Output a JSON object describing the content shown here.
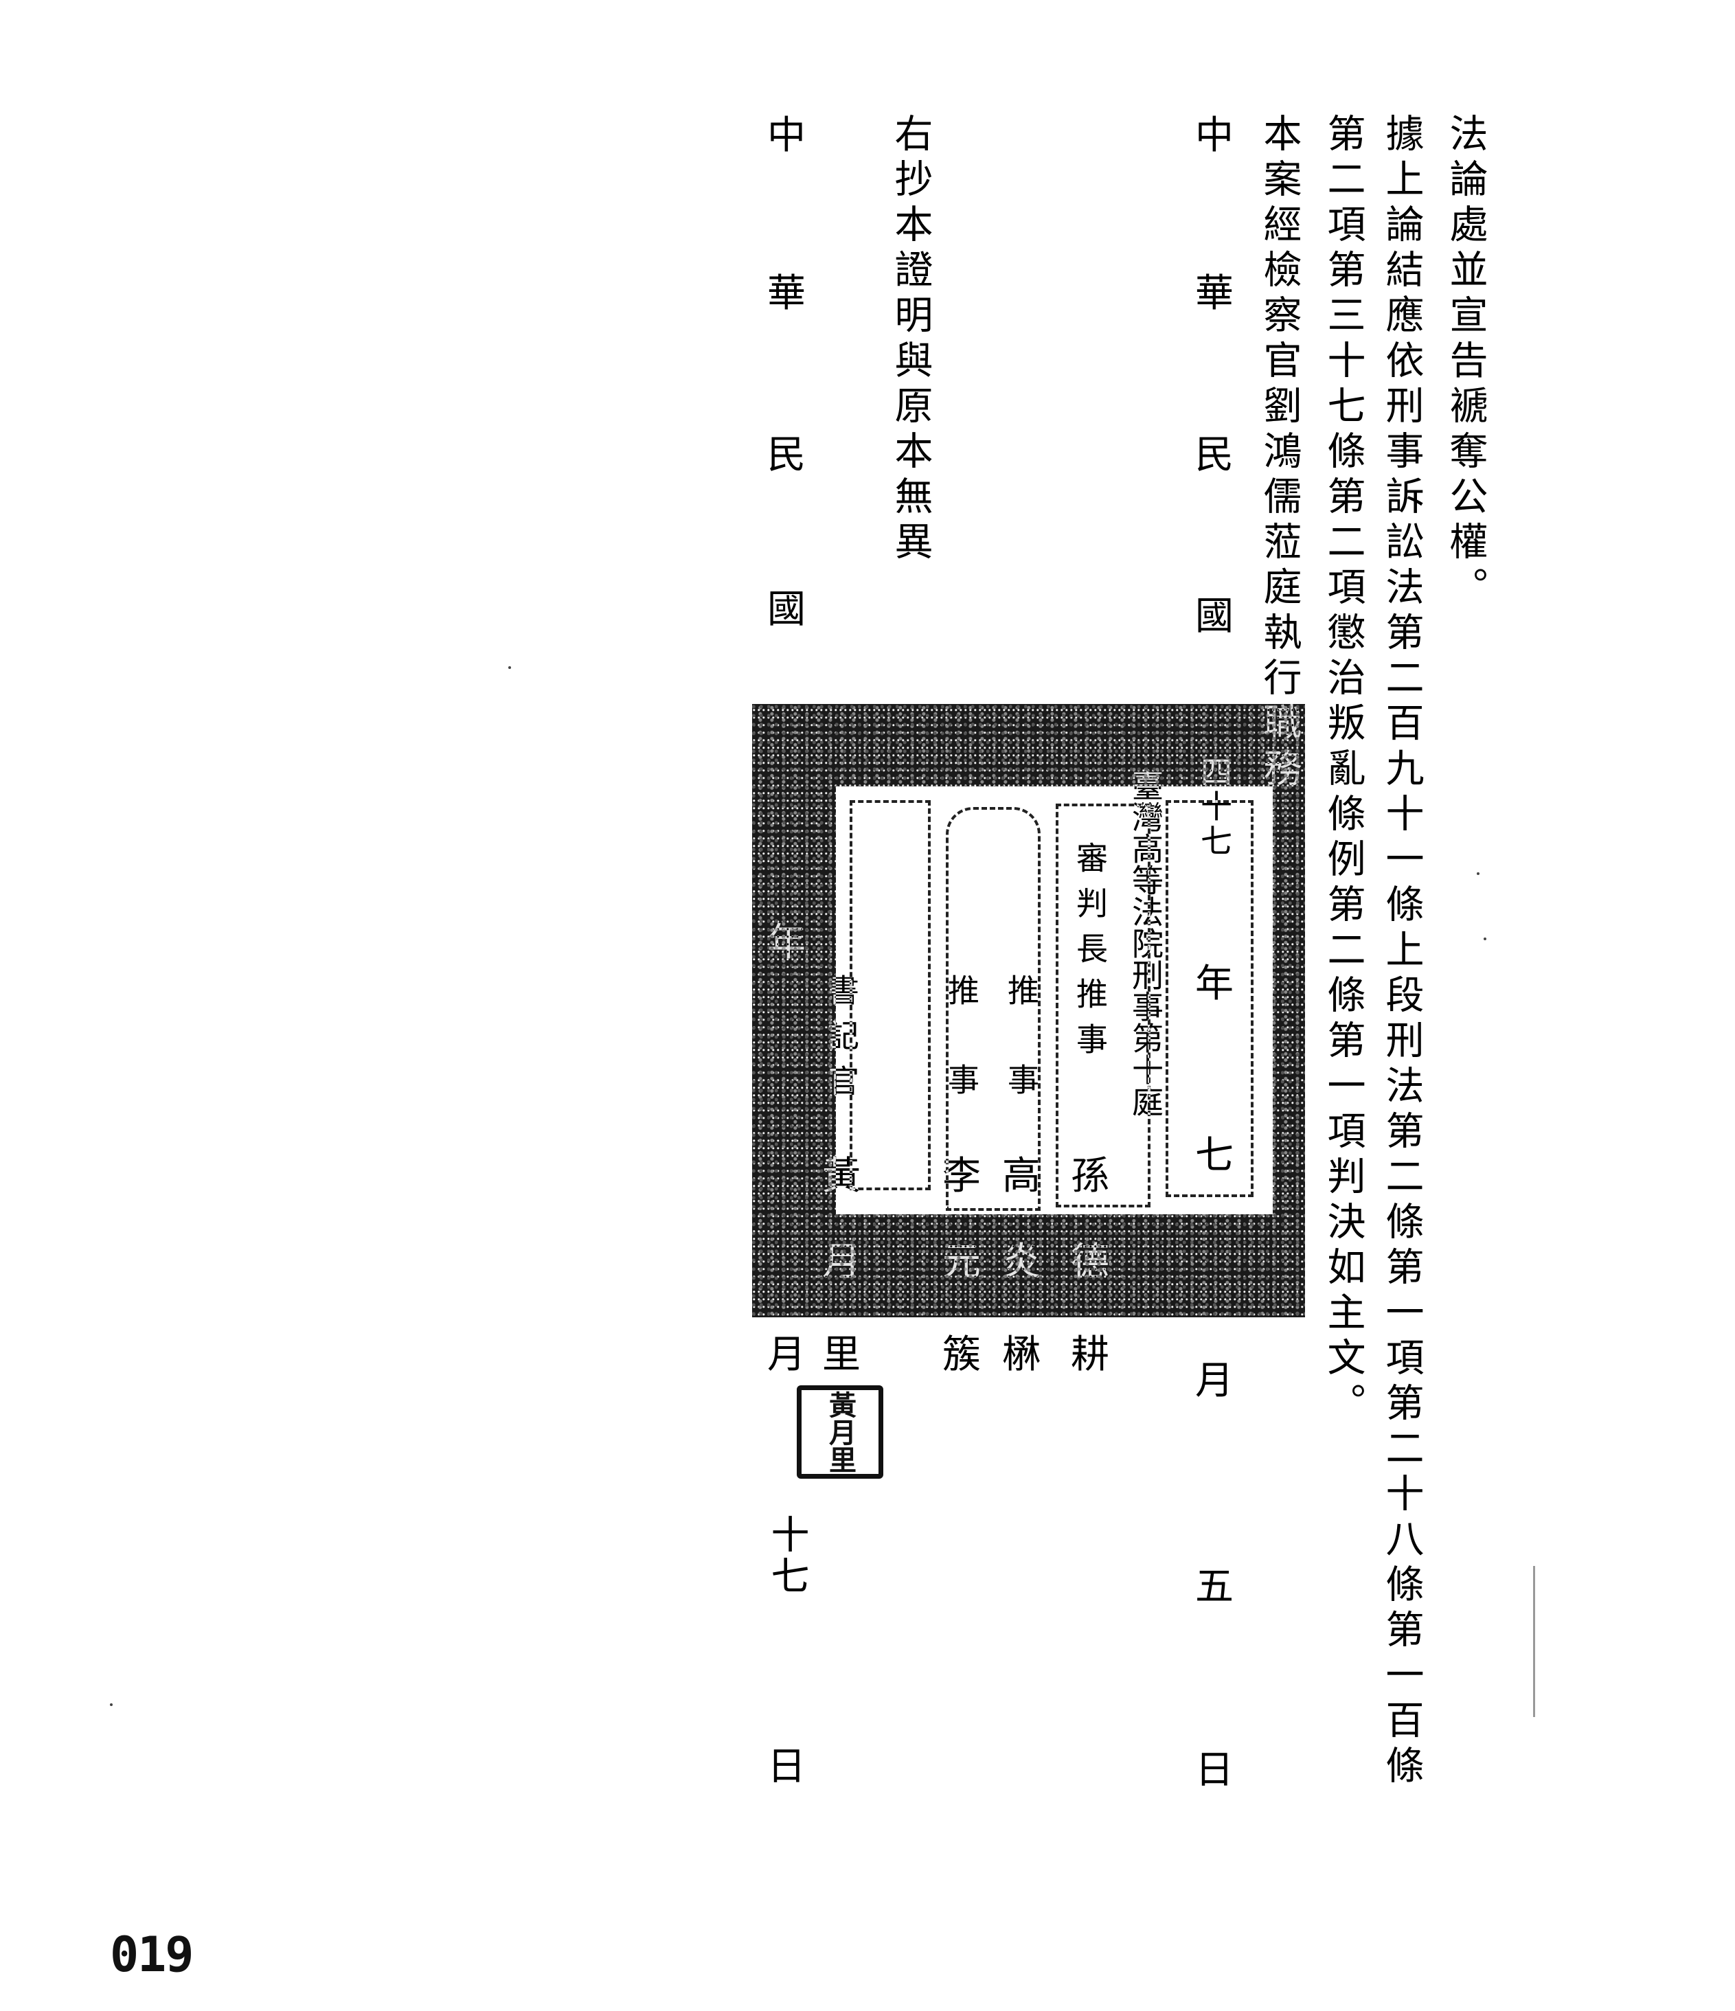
{
  "document": {
    "lines": [
      "法論處並宣告褫奪公權。",
      "據上論結應依刑事訴訟法第二百九十一條上段刑法第二條第一項第二十八條第一百條",
      "第二項第三十七條第二項懲治叛亂條例第二條第一項判決如主文。",
      "本案經檢察官劉鴻儒蒞庭執行職務"
    ],
    "date1": {
      "zhong": "中",
      "hua": "華",
      "min": "民",
      "guo": "國",
      "year": "四十七",
      "nian": "年",
      "month": "七",
      "yue": "月",
      "day": "五",
      "ri": "日"
    },
    "court": "臺灣高等法院刑事第十庭",
    "signers": [
      {
        "title": "審判長推事",
        "name_a": "孫",
        "name_b": "德",
        "name_c": "耕"
      },
      {
        "title": "推事",
        "name_a": "高",
        "name_b": "炎",
        "name_c": "楙"
      },
      {
        "title": "推事",
        "name_a": "李",
        "name_b": "元",
        "name_c": "簇"
      },
      {
        "title": "書記官",
        "name_a": "黃",
        "name_b": "月",
        "name_c": "里"
      }
    ],
    "certification": "右抄本證明與原本無異",
    "date2": {
      "zhong": "中",
      "hua": "華",
      "min": "民",
      "guo": "國",
      "nian": "年",
      "month": "月",
      "day": "十七",
      "ri": "日"
    },
    "small_seal": "黃月里",
    "page_number": "019"
  }
}
